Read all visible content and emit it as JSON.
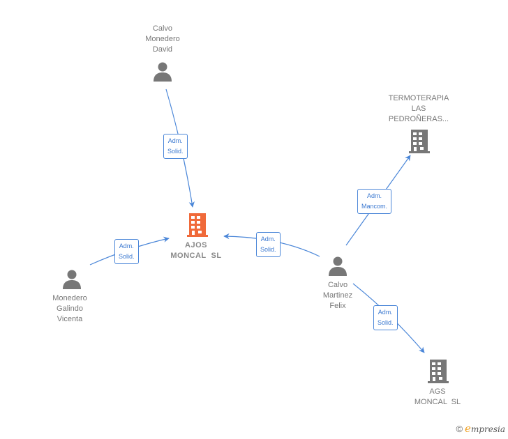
{
  "colors": {
    "edge": "#4a86d8",
    "person_icon": "#777777",
    "company_icon": "#777777",
    "main_company_icon": "#f06a3a"
  },
  "nodes": [
    {
      "id": "ajos",
      "type": "company",
      "main": true,
      "label_lines": [
        "AJOS",
        "MONCAL  SL"
      ]
    },
    {
      "id": "david",
      "type": "person",
      "label_lines": [
        "Calvo",
        "Monedero",
        "David"
      ]
    },
    {
      "id": "vicenta",
      "type": "person",
      "label_lines": [
        "Monedero",
        "Galindo",
        "Vicenta"
      ]
    },
    {
      "id": "felix",
      "type": "person",
      "label_lines": [
        "Calvo",
        "Martinez",
        "Felix"
      ]
    },
    {
      "id": "termo",
      "type": "company",
      "label_lines": [
        "TERMOTERAPIA",
        "LAS",
        "PEDROÑERAS..."
      ]
    },
    {
      "id": "ags",
      "type": "company",
      "label_lines": [
        "AGS",
        "MONCAL  SL"
      ]
    }
  ],
  "edges": [
    {
      "from": "david",
      "to": "ajos",
      "label_lines": [
        "Adm.",
        "Solid."
      ]
    },
    {
      "from": "vicenta",
      "to": "ajos",
      "label_lines": [
        "Adm.",
        "Solid."
      ]
    },
    {
      "from": "felix",
      "to": "ajos",
      "label_lines": [
        "Adm.",
        "Solid."
      ]
    },
    {
      "from": "felix",
      "to": "termo",
      "label_lines": [
        "Adm.",
        "Mancom."
      ]
    },
    {
      "from": "felix",
      "to": "ags",
      "label_lines": [
        "Adm.",
        "Solid."
      ]
    }
  ],
  "branding": {
    "copyright": "©",
    "brand_initial": "e",
    "brand_rest": "mpresia"
  }
}
